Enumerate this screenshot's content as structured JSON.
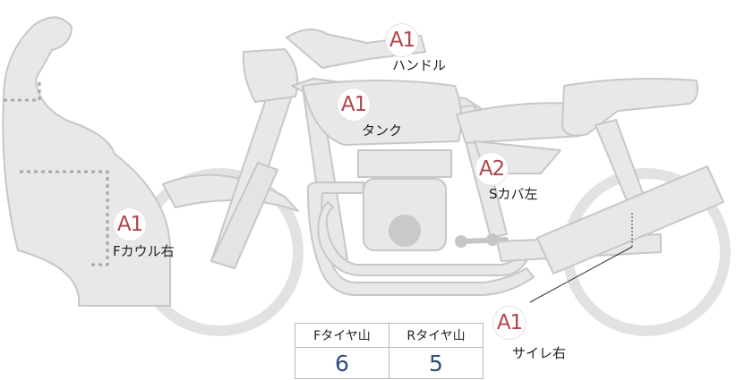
{
  "marks": {
    "handle": {
      "grade": "A1",
      "label": "ハンドル"
    },
    "tank": {
      "grade": "A1",
      "label": "タンク"
    },
    "side_cover_left": {
      "grade": "A2",
      "label": "Sカバ左"
    },
    "front_cowl_right": {
      "grade": "A1",
      "label": "Fカウル右"
    },
    "silencer_right": {
      "grade": "A1",
      "label": "サイレ右"
    }
  },
  "tread_table": {
    "headers": [
      "Fタイヤ山",
      "Rタイヤ山"
    ],
    "values": [
      "6",
      "5"
    ]
  },
  "colors": {
    "body_fill": "#e8e8e6",
    "outline": "#c7c7c5",
    "grade_text": "#b0454a",
    "value_text": "#2f4e7a"
  }
}
